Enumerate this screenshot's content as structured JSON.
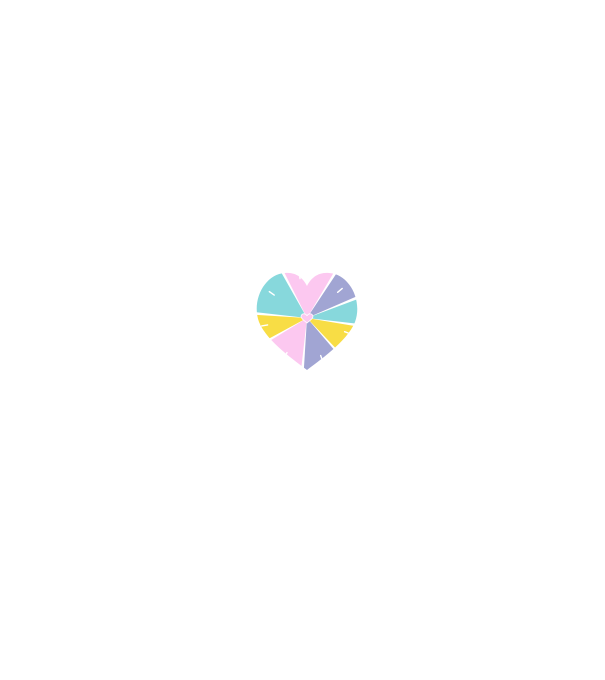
{
  "graphic": {
    "icon": "segmented-heart-icon",
    "center_icon": "heart-icon",
    "colors": {
      "pink": "#fcc8f0",
      "lavender": "#a1a5d3",
      "teal": "#87d8dc",
      "yellow": "#f8dd45",
      "background": "#ffffff",
      "divider": "#ffffff"
    },
    "segments": [
      {
        "name": "segment-top-pink",
        "color": "pink"
      },
      {
        "name": "segment-upper-right-lavender",
        "color": "lavender"
      },
      {
        "name": "segment-right-teal",
        "color": "teal"
      },
      {
        "name": "segment-lower-right-yellow",
        "color": "yellow"
      },
      {
        "name": "segment-bottom-lavender",
        "color": "lavender"
      },
      {
        "name": "segment-lower-left-pink",
        "color": "pink"
      },
      {
        "name": "segment-left-yellow",
        "color": "yellow"
      },
      {
        "name": "segment-upper-left-teal",
        "color": "teal"
      }
    ]
  }
}
